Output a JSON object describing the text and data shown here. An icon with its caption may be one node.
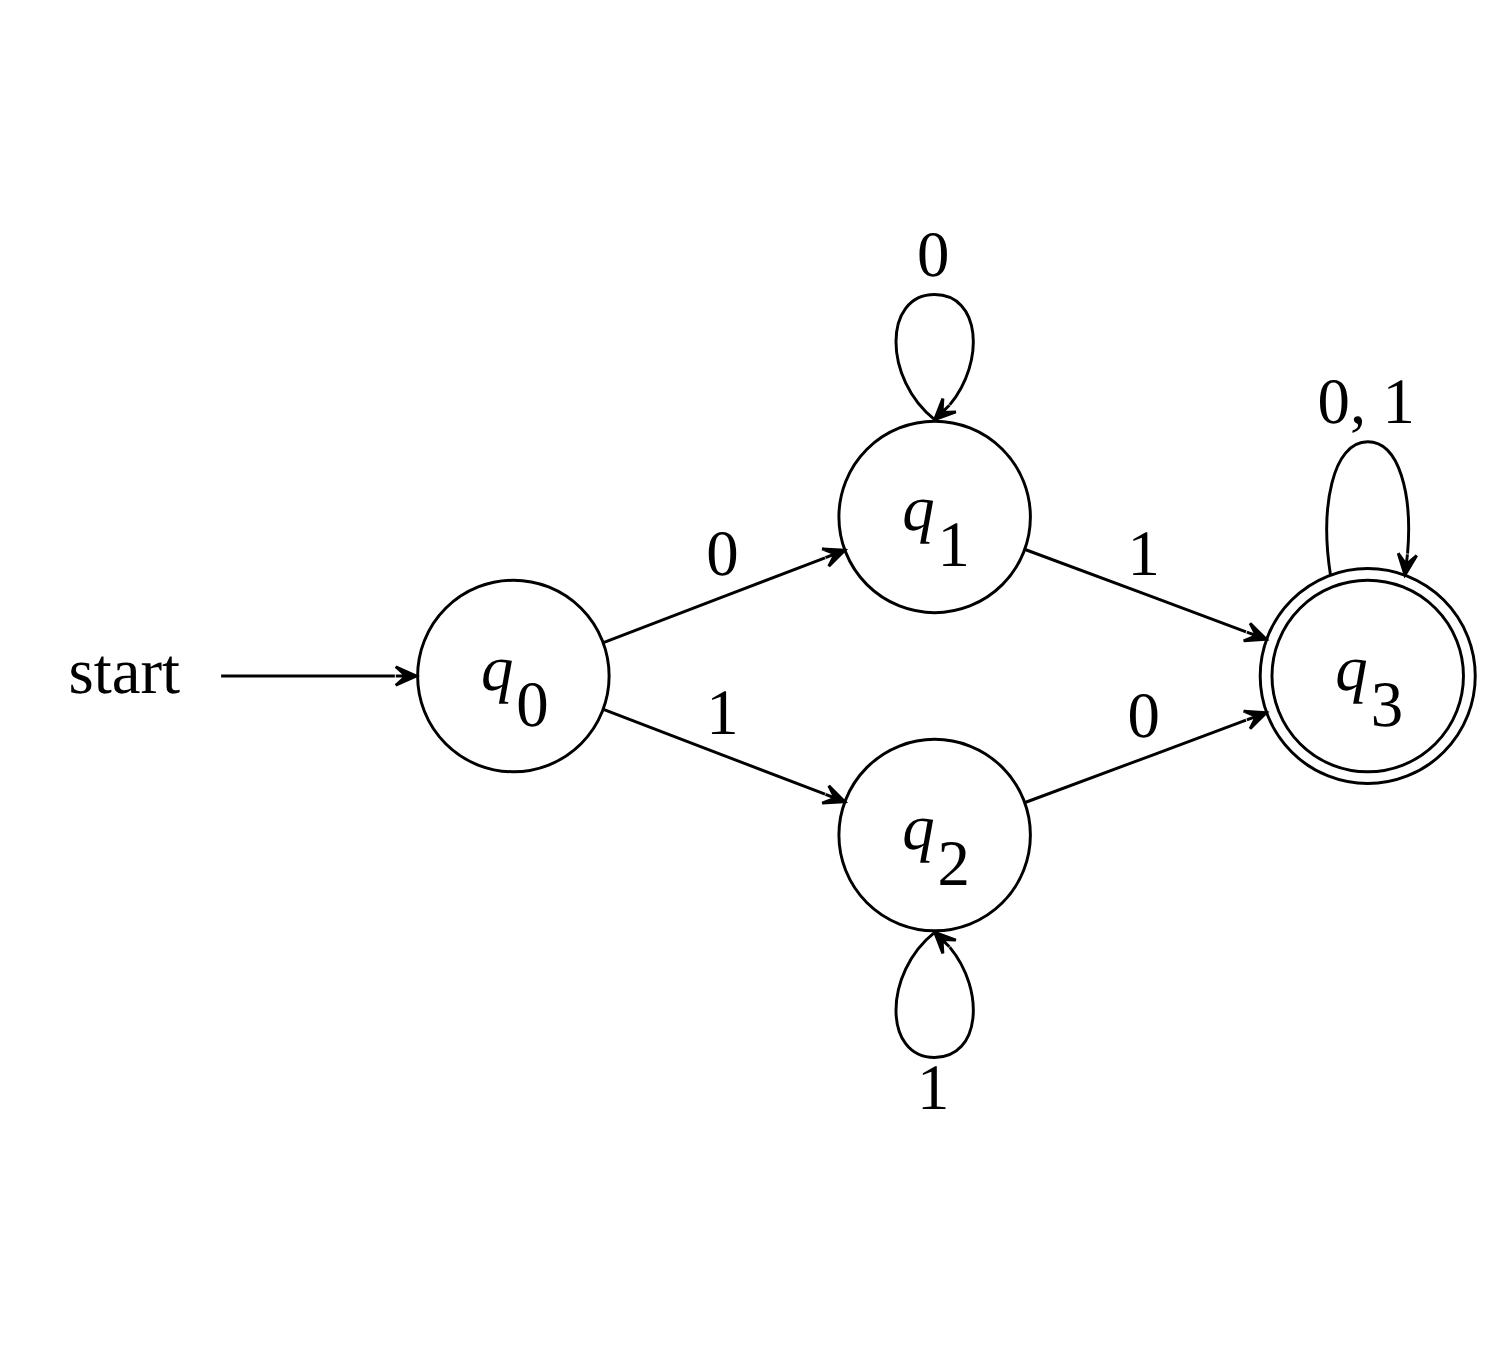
{
  "diagram": {
    "nodes": [
      {
        "text": [
          "start"
        ]
      },
      {
        "text": [
          "*q*$_{0}$"
        ]
      },
      {
        "text": [
          "*q*$_{1}$"
        ]
      },
      {
        "text": [
          "*q*$_{2}$"
        ]
      },
      {
        "text": [
          "*q*$_{3}$"
        ]
      }
    ],
    "edges": [
      {
        "from": 0,
        "to": 1,
        "arrow": "to"
      },
      {
        "from": 1,
        "to": 2,
        "arrow": "to",
        "label": "0"
      },
      {
        "from": 1,
        "to": 3,
        "arrow": "to",
        "label": "1"
      },
      {
        "from": 2,
        "to": 2,
        "arrow": "to",
        "label": "0"
      },
      {
        "from": 2,
        "to": 4,
        "arrow": "to",
        "label": "1"
      },
      {
        "from": 3,
        "to": 3,
        "arrow": "to",
        "label": "1"
      },
      {
        "from": 3,
        "to": 4,
        "arrow": "to",
        "label": "0"
      },
      {
        "from": 4,
        "to": 4,
        "arrow": "to",
        "label": "0, 1"
      }
    ]
  }
}
